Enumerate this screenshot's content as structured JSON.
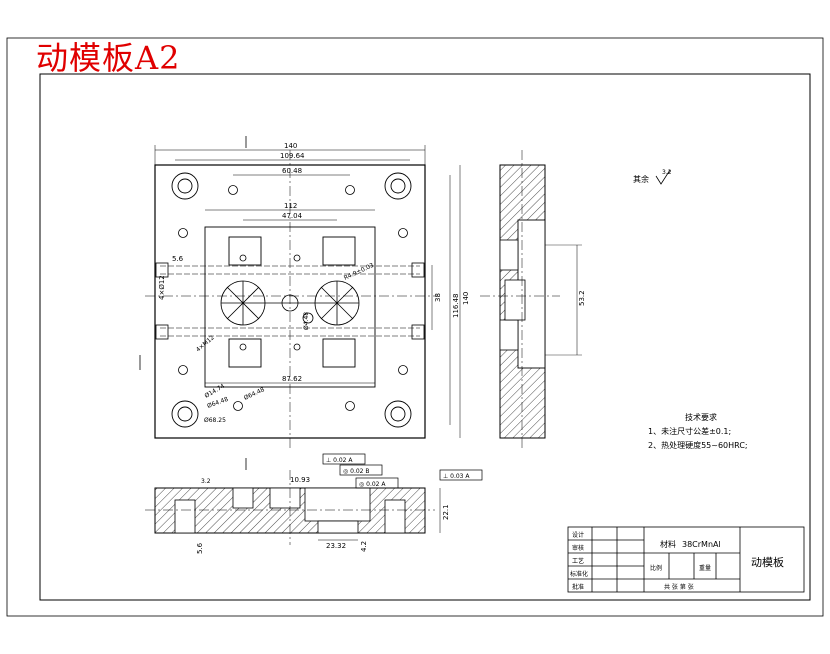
{
  "title": "动模板A2",
  "colors": {
    "title": "#e00000",
    "line": "#000000",
    "center": "#000000"
  },
  "dims_top": {
    "d140": "140",
    "d109": "109.64",
    "d60": "60.48",
    "d112": "112",
    "d47": "47.04",
    "d87": "87.62"
  },
  "dims_right": {
    "d116": "116.48",
    "d140v": "140",
    "d38": "38",
    "d53": "53.2"
  },
  "dims_left": {
    "d56": "5.6",
    "d412": "4×Ø12",
    "d4m": "4×M12"
  },
  "dims_misc": {
    "d643": "Ø64.48",
    "d1474": "Ø14.74",
    "d6448b": "Ø64.48",
    "d6825": "Ø68.25",
    "dR": "R4.9±0.03",
    "d568": "Ø4.48"
  },
  "surface": {
    "label": "其余",
    "value": "3.2"
  },
  "tech": {
    "heading": "技术要求",
    "items": [
      "1、未注尺寸公差±0.1;",
      "2、热处理硬度55~60HRC;"
    ]
  },
  "section_view": {
    "d1093": "10.93",
    "d2332": "23.32",
    "d42": "4.2",
    "d56b": "5.6",
    "d221": "22.1",
    "d32": "3.2"
  },
  "gdt": {
    "g1": "⊥ 0.02 A",
    "g2": "◎ 0.02 B",
    "g3": "◎ 0.02 A",
    "g4": "⊥ 0.03 A"
  },
  "title_block": {
    "material_label": "材料",
    "material_value": "38CrMnAl",
    "part_name": "动模板",
    "rows": [
      "设计",
      "审核",
      "工艺",
      "标准化",
      "批准"
    ],
    "scale_label": "比例",
    "weight_label": "重量",
    "sheet_text": "共 张 第 张"
  }
}
